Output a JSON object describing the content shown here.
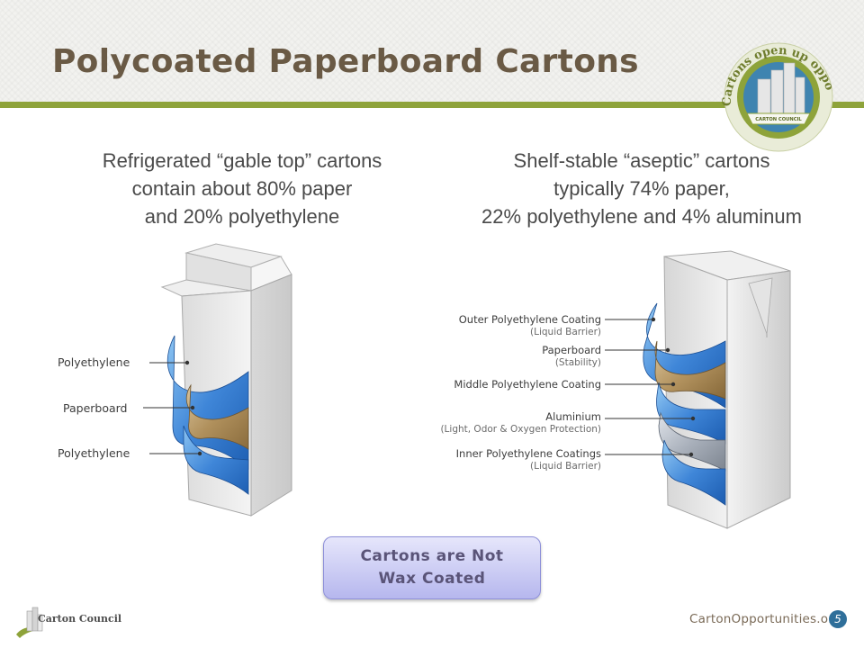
{
  "slide": {
    "title": "Polycoated Paperboard Cartons",
    "page_number": "5",
    "footer_url": "CartonOpportunities.org",
    "footer_logo_text": "Carton Council"
  },
  "logo": {
    "arc_text": "Cartons open up opportunities",
    "banner_text": "CARTON COUNCIL",
    "colors": {
      "ring": "#8ea33a",
      "disc": "#3f84b0"
    }
  },
  "left_panel": {
    "caption_lines": [
      "Refrigerated “gable top” cartons",
      "contain about 80% paper",
      "and 20% polyethylene"
    ],
    "layers": [
      "Polyethylene",
      "Paperboard",
      "Polyethylene"
    ]
  },
  "right_panel": {
    "caption_lines": [
      "Shelf-stable “aseptic” cartons",
      "typically 74% paper,",
      "22% polyethylene and 4% aluminum"
    ],
    "layers": [
      {
        "name": "Outer Polyethylene Coating",
        "note": "(Liquid Barrier)"
      },
      {
        "name": "Paperboard",
        "note": "(Stability)"
      },
      {
        "name": "Middle Polyethylene Coating",
        "note": ""
      },
      {
        "name": "Aluminium",
        "note": "(Light, Odor & Oxygen Protection)"
      },
      {
        "name": "Inner Polyethylene Coatings",
        "note": "(Liquid Barrier)"
      }
    ]
  },
  "callout": {
    "lines": [
      "Cartons are Not",
      "Wax Coated"
    ]
  },
  "colors": {
    "accent_green": "#8ea33a",
    "title_brown": "#6a5a45",
    "callout_purple": "#b6b7ee",
    "layer_blue": "#4a8fd6",
    "layer_tan": "#b89a67"
  }
}
